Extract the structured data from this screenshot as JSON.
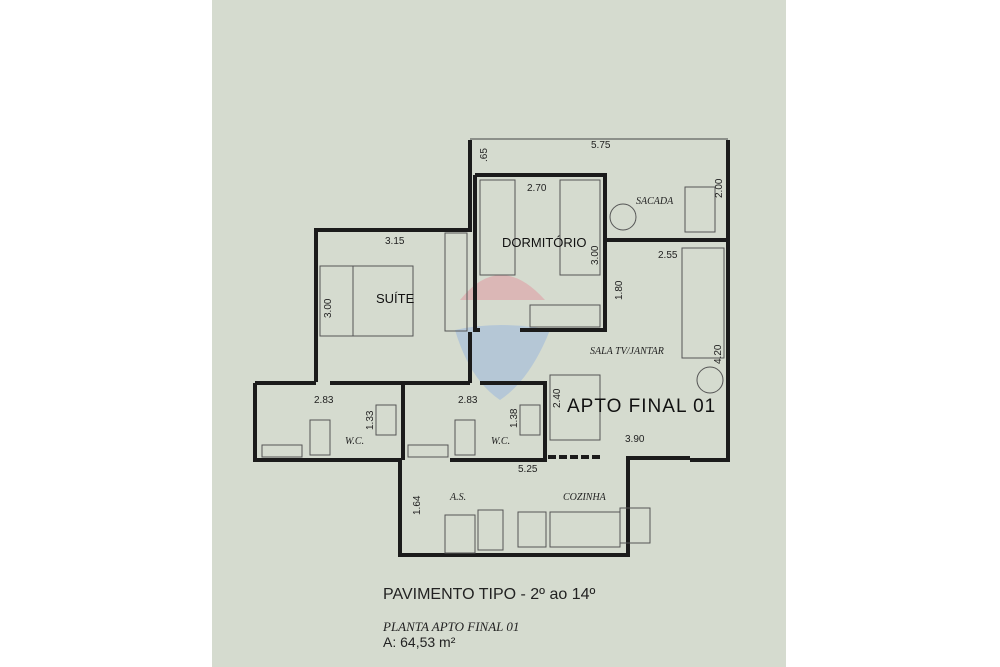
{
  "rooms": {
    "sacada": "SACADA",
    "dormitorio": "DORMITÓRIO",
    "suite": "SUÍTE",
    "sala": "SALA TV/JANTAR",
    "apto": "APTO FINAL 01",
    "wc1": "W.C.",
    "wc2": "W.C.",
    "as": "A.S.",
    "cozinha": "COZINHA"
  },
  "dimensions": {
    "sacada_width": "5.75",
    "sacada_left": ".65",
    "sacada_depth": "2.00",
    "dorm_width": "2.70",
    "dorm_depth": "3.00",
    "suite_width": "3.15",
    "suite_depth": "3.00",
    "sala_width": "2.55",
    "sala_a": "1.80",
    "sala_depth": "4.20",
    "wc1_width": "2.83",
    "wc1_depth": "1.33",
    "wc2_width": "2.83",
    "wc2_depth": "1.38",
    "jantar_depth": "2.40",
    "living_width": "3.90",
    "kitchen_width": "5.25",
    "kitchen_depth": "1.64"
  },
  "watermark": "RE/MAX",
  "caption": {
    "title": "PAVIMENTO TIPO - 2º ao 14º",
    "subtitle": "PLANTA APTO FINAL 01",
    "area": "A: 64,53 m²"
  },
  "colors": {
    "paper": "#d5dbcf",
    "walls": "#1b1b1b",
    "watermark_red": "#e0a0a8",
    "watermark_blue": "#a9c0e0"
  }
}
